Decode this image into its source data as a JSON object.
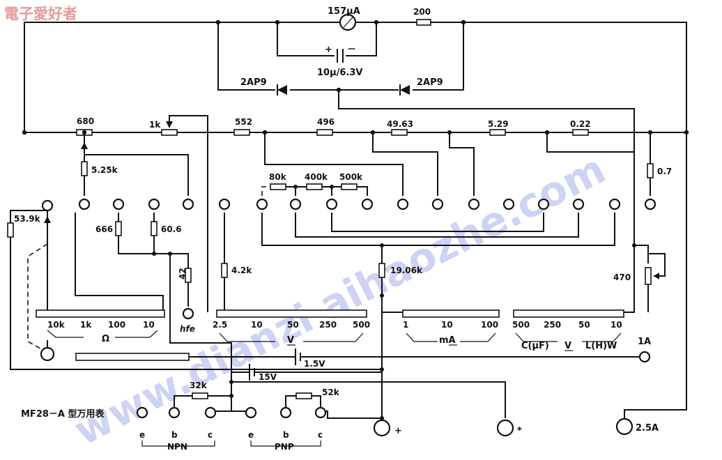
{
  "logo": "電子愛好者",
  "watermark": "www.dianzi aihaozhe.com",
  "title": "MF28－A 型万用表",
  "meter": "157μA",
  "capacitor": "10μ/6.3V",
  "cap_plus": "+",
  "cap_minus": "－",
  "diode_left": "2AP9",
  "diode_right": "2AP9",
  "r_200": "200",
  "r_680": "680",
  "r_1k": "1k",
  "r_552": "552",
  "r_496": "496",
  "r_49_63": "49.63",
  "r_5_29": "5.29",
  "r_0_22": "0.22",
  "r_0_7": "0.7",
  "r_5_25k": "5.25k",
  "r_53_9k": "53.9k",
  "r_666": "666",
  "r_60_6": "60.6",
  "r_42": "42",
  "r_4_2k": "4.2k",
  "r_19_06k": "19.06k",
  "r_470": "470",
  "r_80k": "80k",
  "r_400k": "400k",
  "r_500k": "500k",
  "r_32k": "32k",
  "r_52k": "52k",
  "bat_1_5": "1.5V",
  "bat_15": "15V",
  "hfe": "hfe",
  "ohm_ticks": [
    "10k",
    "1k",
    "100",
    "10"
  ],
  "ohm_label": "Ω",
  "v_ticks": [
    "2.5",
    "10",
    "50",
    "250",
    "500"
  ],
  "v_label": "V",
  "ma_ticks": [
    "1",
    "10",
    "100"
  ],
  "ma_label": "mA",
  "acv_ticks": [
    "500",
    "250",
    "50",
    "10"
  ],
  "acv_c": "C(μF)",
  "acv_v": "V",
  "acv_l": "L(H)W",
  "amp_1": "1A",
  "amp_2_5": "2.5A",
  "plus_jack": "+",
  "star_jack": "*",
  "npn": "NPN",
  "pnp": "PNP",
  "pin_labels": [
    "e",
    "b",
    "c",
    "e",
    "b",
    "c"
  ]
}
